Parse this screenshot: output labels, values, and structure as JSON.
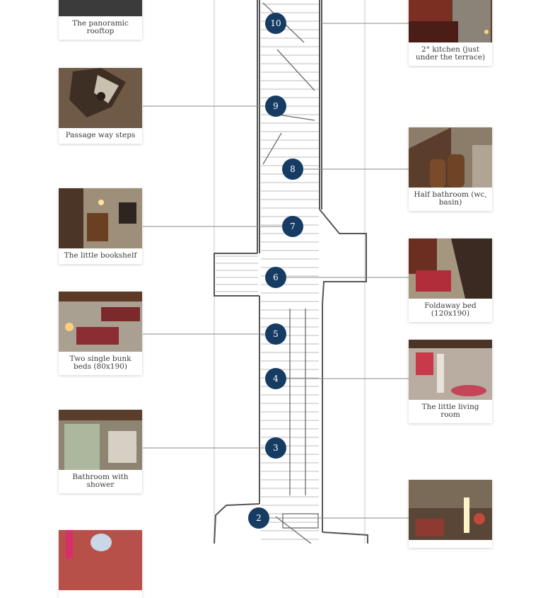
{
  "cards": [
    {
      "caption": "The panoramic rooftop",
      "photo": "rooftop-photo"
    },
    {
      "caption": "2° kitchen (just under the terrace)",
      "photo": "kitchen-photo"
    },
    {
      "caption": "Passage way steps",
      "photo": "spiral-stairs-photo"
    },
    {
      "caption": "Half bathroom (wc, basin)",
      "photo": "half-bathroom-photo"
    },
    {
      "caption": "The little bookshelf",
      "photo": "bookshelf-photo"
    },
    {
      "caption": "Foldaway bed (120x190)",
      "photo": "foldaway-bed-photo"
    },
    {
      "caption": "Two single bunk beds (80x190)",
      "photo": "bunk-beds-photo"
    },
    {
      "caption": "The little living room",
      "photo": "living-room-photo"
    },
    {
      "caption": "Bathroom with shower",
      "photo": "shower-bathroom-photo"
    },
    {
      "caption": "",
      "photo": "lounge-photo"
    },
    {
      "caption": "",
      "photo": "red-room-photo"
    }
  ],
  "markers": [
    "10",
    "9",
    "8",
    "7",
    "6",
    "5",
    "4",
    "3",
    "2"
  ],
  "colors": {
    "marker": "#163c63",
    "line": "#8a8a8a",
    "drawing": "#555555"
  }
}
